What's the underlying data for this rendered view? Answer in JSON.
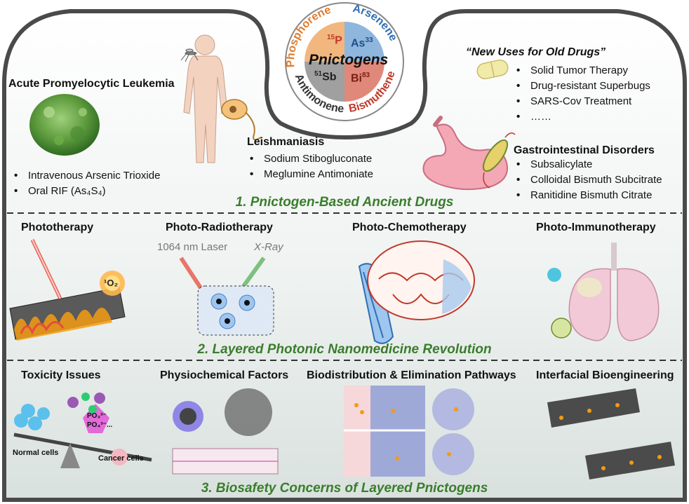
{
  "colors": {
    "panel_border": "#4a4a4a",
    "panel_fill_top": "#ffffff",
    "panel_fill_bottom": "#dfe6e3",
    "section_title": "#3a7d2c",
    "phosphorene": "#e07b2c",
    "arsenene": "#2f6fb5",
    "antimonene": "#3a3a3a",
    "bismuthene": "#c0392b"
  },
  "center": {
    "title": "Pnictogens",
    "quadrants": [
      {
        "name": "Phosphorene",
        "element": "P",
        "number": "15"
      },
      {
        "name": "Arsenene",
        "element": "As",
        "number": "33"
      },
      {
        "name": "Antimonene",
        "element": "Sb",
        "number": "51"
      },
      {
        "name": "Bismuthene",
        "element": "Bi",
        "number": "83"
      }
    ]
  },
  "section1": {
    "title": "1. Pnictogen-Based Ancient Drugs",
    "apl": {
      "title": "Acute Promyelocytic Leukemia",
      "items": [
        "Intravenous Arsenic Trioxide",
        "Oral RIF (As₄S₄)"
      ]
    },
    "leish": {
      "title": "Leishmaniasis",
      "items": [
        "Sodium Stibogluconate",
        "Meglumine Antimoniate"
      ]
    },
    "newuses": {
      "title": "“New Uses for Old Drugs”",
      "items": [
        "Solid Tumor Therapy",
        "Drug-resistant Superbugs",
        "SARS-Cov Treatment",
        "……"
      ]
    },
    "gi": {
      "title": "Gastrointestinal Disorders",
      "items": [
        "Subsalicylate",
        "Colloidal Bismuth Subcitrate",
        "Ranitidine Bismuth Citrate"
      ]
    }
  },
  "section2": {
    "title": "2. Layered Photonic Nanomedicine Revolution",
    "panels": [
      "Phototherapy",
      "Photo-Radiotherapy",
      "Photo-Chemotherapy",
      "Photo-Immunotherapy"
    ],
    "laser_label": "1064 nm Laser",
    "xray_label": "X-Ray",
    "singlet_oxygen": "¹O₂"
  },
  "section3": {
    "title": "3. Biosafety Concerns of Layered Pnictogens",
    "panels": [
      "Toxicity Issues",
      "Physiochemical Factors",
      "Biodistribution & Elimination Pathways",
      "Interfacial Bioengineering"
    ],
    "normal_cells": "Normal cells",
    "cancer_cells": "Cancer cells",
    "po3": "PO₃³⁻",
    "po4": "PO₄³⁻..."
  }
}
